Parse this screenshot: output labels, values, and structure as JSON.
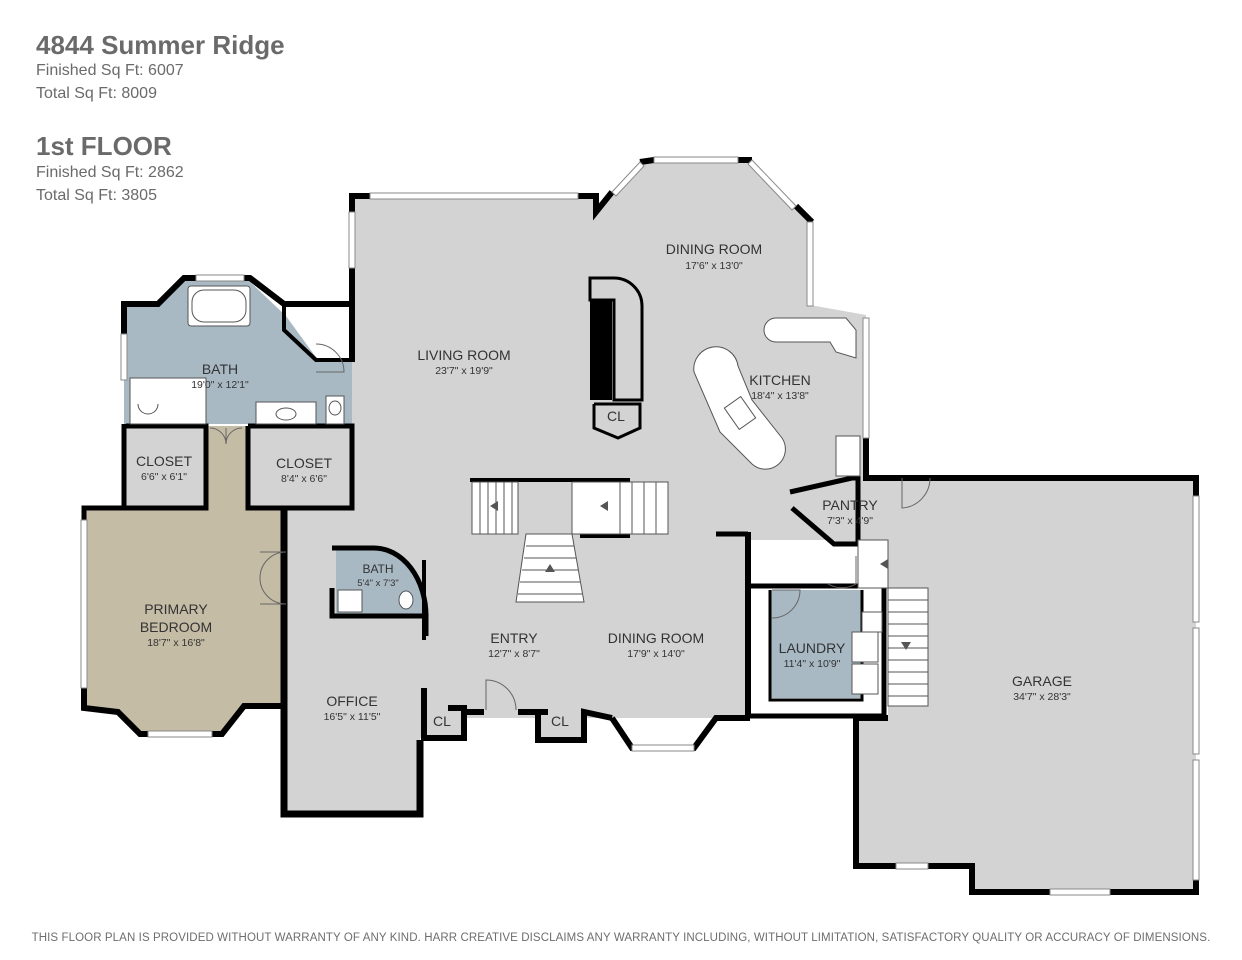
{
  "header": {
    "property_name": "4844 Summer Ridge",
    "finished_sqft": "Finished Sq Ft: 6007",
    "total_sqft": "Total Sq Ft: 8009",
    "floor_name": "1st FLOOR",
    "floor_finished_sqft": "Finished Sq Ft: 2862",
    "floor_total_sqft": "Total Sq Ft: 3805"
  },
  "rooms": {
    "dining_top": {
      "name": "DINING ROOM",
      "dims": "17'6\" x 13'0\""
    },
    "living": {
      "name": "LIVING ROOM",
      "dims": "23'7\" x 19'9\""
    },
    "kitchen": {
      "name": "KITCHEN",
      "dims": "18'4\" x 13'8\""
    },
    "bath_master": {
      "name": "BATH",
      "dims": "19'0\" x 12'1\""
    },
    "closet_left": {
      "name": "CLOSET",
      "dims": "6'6\" x 6'1\""
    },
    "closet_right": {
      "name": "CLOSET",
      "dims": "8'4\" x 6'6\""
    },
    "pantry": {
      "name": "PANTRY",
      "dims": "7'3\" x 4'9\""
    },
    "primary_bedroom": {
      "name_line1": "PRIMARY",
      "name_line2": "BEDROOM",
      "dims": "18'7\" x 16'8\""
    },
    "bath_small": {
      "name": "BATH",
      "dims": "5'4\" x 7'3\""
    },
    "entry": {
      "name": "ENTRY",
      "dims": "12'7\" x 8'7\""
    },
    "dining_bottom": {
      "name": "DINING ROOM",
      "dims": "17'9\" x 14'0\""
    },
    "laundry": {
      "name": "LAUNDRY",
      "dims": "11'4\" x 10'9\""
    },
    "garage": {
      "name": "GARAGE",
      "dims": "34'7\" x 28'3\""
    },
    "office": {
      "name": "OFFICE",
      "dims": "16'5\" x 11'5\""
    },
    "cl_fireplace": {
      "name": "CL"
    },
    "cl_office": {
      "name": "CL"
    },
    "cl_entry": {
      "name": "CL"
    }
  },
  "colors": {
    "floor": "#d3d3d3",
    "bath": "#a8b9c4",
    "bedroom": "#c5bca6",
    "wall": "#000000"
  },
  "footer": {
    "disclaimer": "THIS FLOOR PLAN IS PROVIDED WITHOUT WARRANTY OF ANY KIND. HARR CREATIVE DISCLAIMS ANY WARRANTY INCLUDING, WITHOUT LIMITATION, SATISFACTORY QUALITY OR ACCURACY OF DIMENSIONS."
  }
}
